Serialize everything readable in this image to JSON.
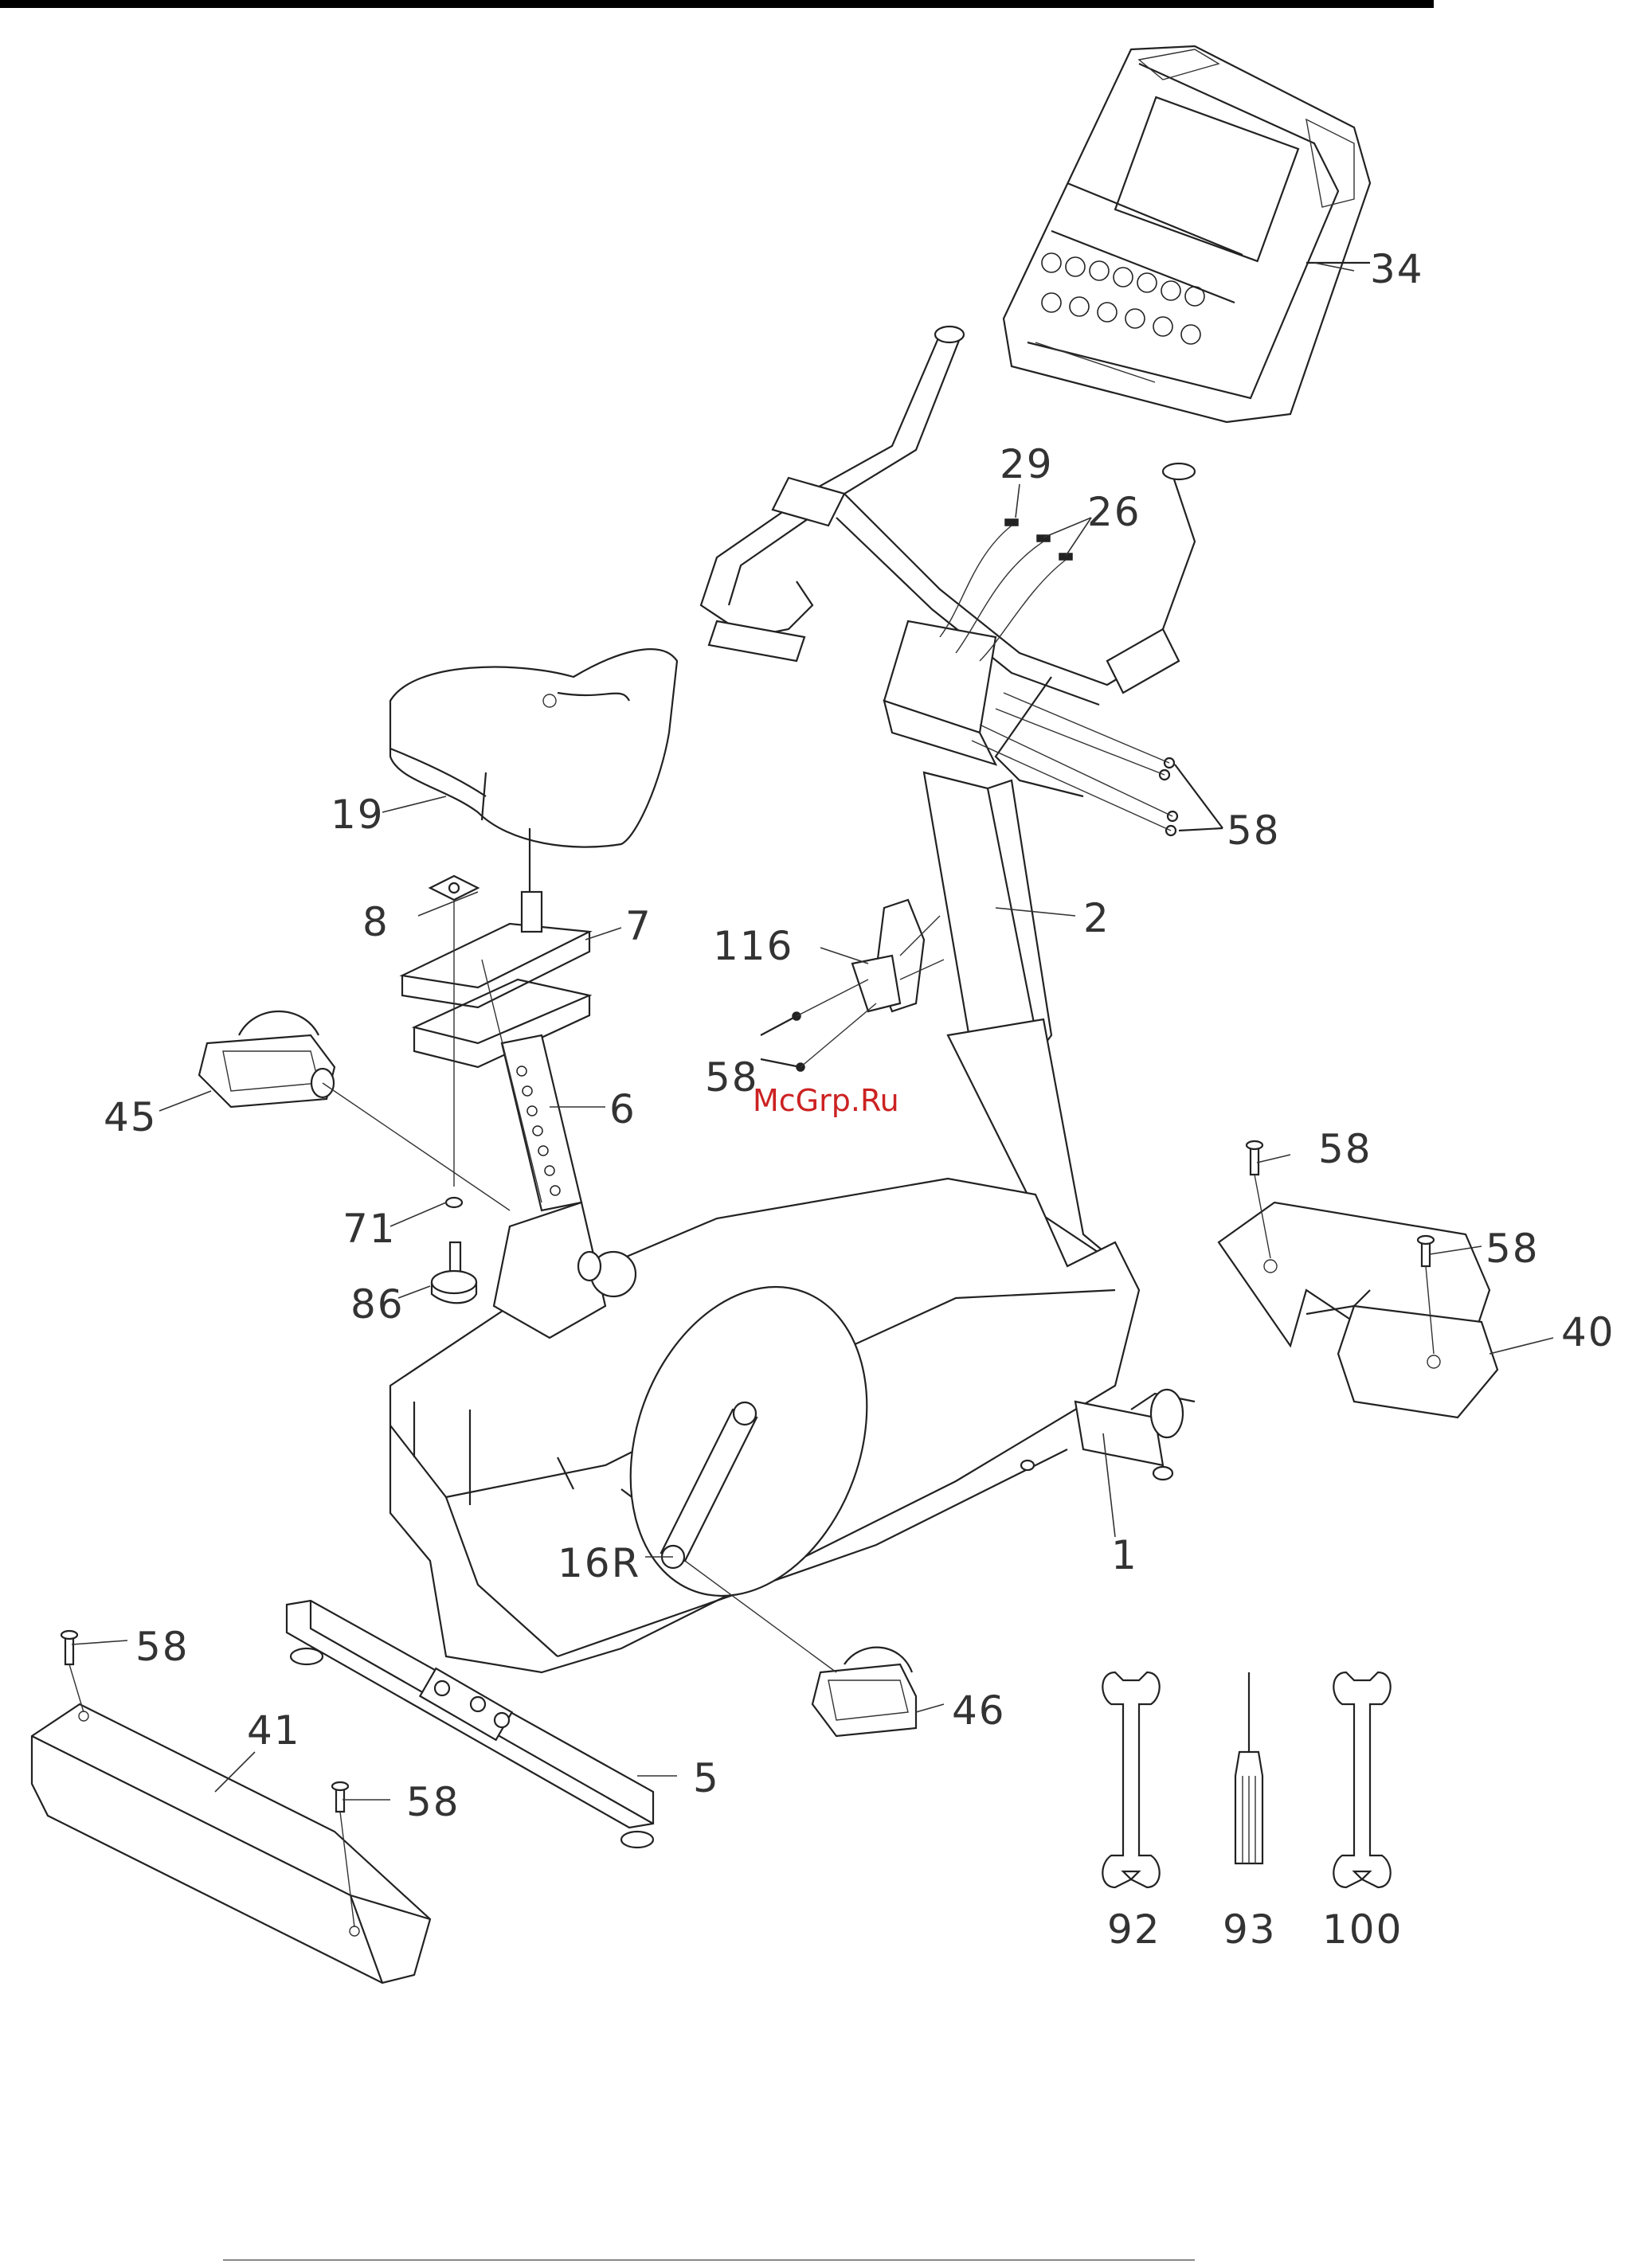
{
  "colors": {
    "line": "#222222",
    "label": "#333333",
    "watermark": "#cc2222",
    "top_rule": "#000000"
  },
  "watermark": "McGrp.Ru",
  "parts": {
    "p34": "34",
    "p29": "29",
    "p26": "26",
    "p58_handlebar": "58",
    "p2": "2",
    "p19": "19",
    "p8": "8",
    "p7": "7",
    "p116": "116",
    "p58_holder": "58",
    "p45": "45",
    "p6": "6",
    "p58_cover_a": "58",
    "p58_cover_b": "58",
    "p71": "71",
    "p86": "86",
    "p40": "40",
    "p1": "1",
    "p16R": "16R",
    "p58_rear_a": "58",
    "p46": "46",
    "p41": "41",
    "p58_rear_b": "58",
    "p5": "5",
    "p92": "92",
    "p93": "93",
    "p100": "100"
  }
}
